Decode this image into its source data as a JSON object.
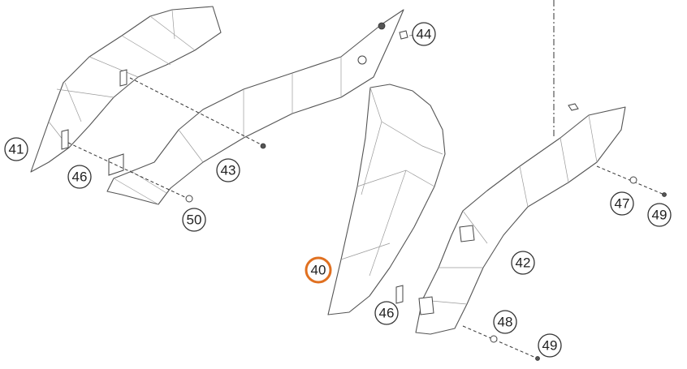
{
  "diagram": {
    "callouts": [
      {
        "id": "c44",
        "text": "44"
      },
      {
        "id": "c41",
        "text": "41"
      },
      {
        "id": "c46a",
        "text": "46"
      },
      {
        "id": "c43",
        "text": "43"
      },
      {
        "id": "c50",
        "text": "50"
      },
      {
        "id": "c40",
        "text": "40",
        "highlighted": true
      },
      {
        "id": "c42",
        "text": "42"
      },
      {
        "id": "c47",
        "text": "47"
      },
      {
        "id": "c49a",
        "text": "49"
      },
      {
        "id": "c46b",
        "text": "46"
      },
      {
        "id": "c48",
        "text": "48"
      },
      {
        "id": "c49b",
        "text": "49"
      }
    ],
    "colors": {
      "highlight": "#e07020",
      "line": "#555555",
      "text": "#222222"
    }
  }
}
